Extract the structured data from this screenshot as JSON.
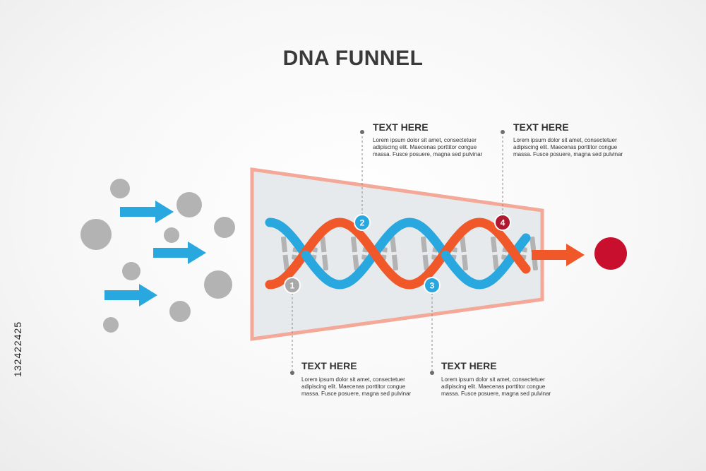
{
  "title": "DNA FUNNEL",
  "stock_id": "132422425",
  "colors": {
    "blue": "#29a8e0",
    "orange": "#f0582a",
    "grey": "#b3b3b3",
    "funnel_border": "#f4a898",
    "funnel_fill": "#e6eaed",
    "result": "#c8102e",
    "marker4": "#b0182f",
    "text": "#333333"
  },
  "steps": [
    {
      "number": "1",
      "heading": "TEXT HERE",
      "lines": [
        "Lorem ipsum dolor sit amet, consectetuer",
        "adipiscing elit. Maecenas porttitor congue",
        "massa. Fusce posuere, magna sed pulvinar"
      ]
    },
    {
      "number": "2",
      "heading": "TEXT HERE",
      "lines": [
        "Lorem ipsum dolor sit amet, consectetuer",
        "adipiscing elit. Maecenas porttitor congue",
        "massa. Fusce posuere, magna sed pulvinar"
      ]
    },
    {
      "number": "3",
      "heading": "TEXT HERE",
      "lines": [
        "Lorem ipsum dolor sit amet, consectetuer",
        "adipiscing elit. Maecenas porttitor congue",
        "massa. Fusce posuere, magna sed pulvinar"
      ]
    },
    {
      "number": "4",
      "heading": "TEXT HERE",
      "lines": [
        "Lorem ipsum dolor sit amet, consectetuer",
        "adipiscing elit. Maecenas porttitor congue",
        "massa. Fusce posuere, magna sed pulvinar"
      ]
    }
  ]
}
